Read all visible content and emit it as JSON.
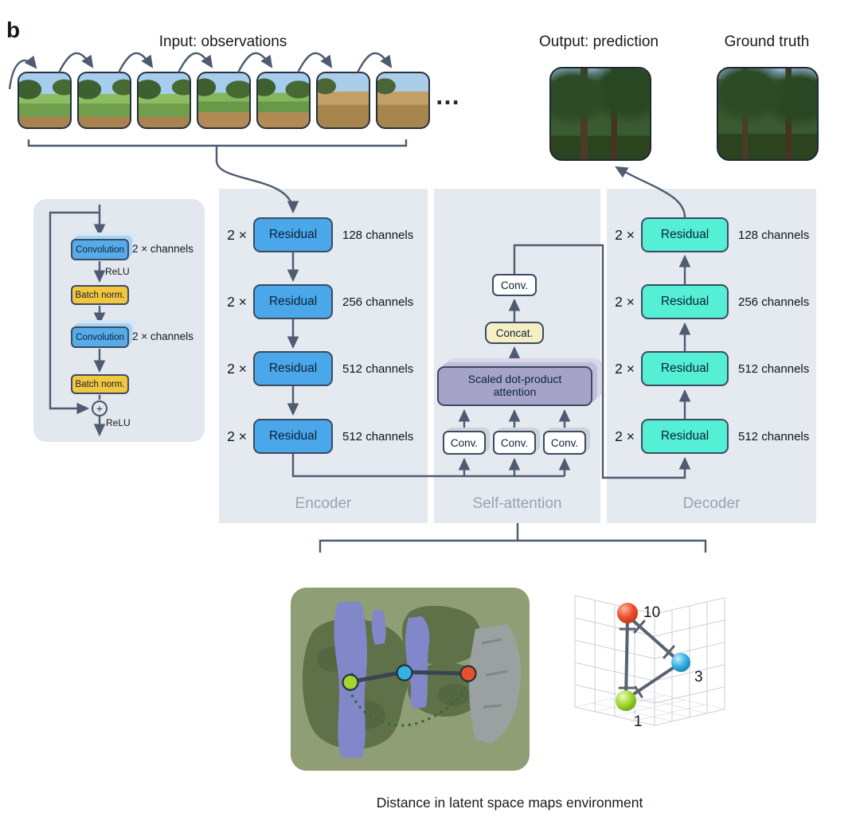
{
  "figure": {
    "panel_label": "b",
    "caption": "Distance in latent space maps environment"
  },
  "header": {
    "input_label": "Input: observations",
    "ellipsis": "…",
    "output_label": "Output: prediction",
    "ground_truth_label": "Ground truth"
  },
  "residual_detail": {
    "convolution": "Convolution",
    "batch_norm": "Batch norm.",
    "relu": "ReLU",
    "channels_note": "2 × channels",
    "plus": "+"
  },
  "encoder": {
    "title": "Encoder",
    "multiplier": "2 ×",
    "block_label": "Residual",
    "layers": [
      "128 channels",
      "256 channels",
      "512 channels",
      "512 channels"
    ]
  },
  "attention": {
    "title": "Self-attention",
    "conv_label": "Conv.",
    "attention_label": "Scaled dot-product attention",
    "concat_label": "Concat.",
    "output_conv_label": "Conv."
  },
  "decoder": {
    "title": "Decoder",
    "multiplier": "2 ×",
    "block_label": "Residual",
    "layers": [
      "128 channels",
      "256 channels",
      "512 channels",
      "512 channels"
    ]
  },
  "latent_plot": {
    "points": [
      {
        "label": "10",
        "color": "#ea4f2d"
      },
      {
        "label": "3",
        "color": "#35b1e4"
      },
      {
        "label": "1",
        "color": "#a2d62e"
      }
    ]
  },
  "colors": {
    "encoder_block": "#4aa7e9",
    "decoder_block": "#55efd5",
    "conv_detail": "#58abe9",
    "batch_norm": "#f3c63f",
    "attention_box": "#a6a3c9",
    "concat_box": "#f6efc3",
    "panel_bg": "#e5eaf0",
    "connector": "#4e5b70"
  }
}
